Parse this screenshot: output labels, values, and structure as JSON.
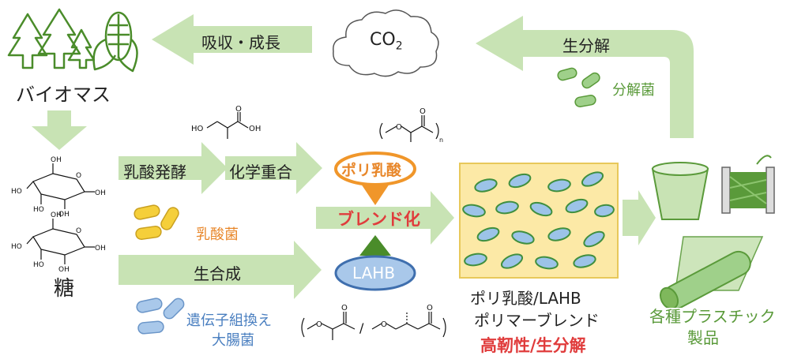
{
  "colors": {
    "arrow_fill": "#c8e3b4",
    "arrow_dark": "#8cc46e",
    "green_text": "#5a9a3a",
    "orange": "#f0962a",
    "yellow_bact": "#f5cf3a",
    "blue_bact": "#9cc3e8",
    "box_fill": "#fce9a6",
    "red": "#e03c3c"
  },
  "labels": {
    "biomass": "バイオマス",
    "sugar": "糖",
    "absorb_growth": "吸収・成長",
    "co2_main": "CO",
    "co2_sub": "2",
    "biodegradation_top": "生分解",
    "degrading_bacteria": "分解菌",
    "lactic_fermentation": "乳酸発酵",
    "chemical_polymerization": "化学重合",
    "lactic_bacteria": "乳酸菌",
    "pla": "ポリ乳酸",
    "blend": "ブレンド化",
    "lahb": "LAHB",
    "biosynthesis": "生合成",
    "recomb_line1": "遺伝子組換え",
    "recomb_line2": "大腸菌",
    "blend_line1": "ポリ乳酸/LAHB",
    "blend_line2": "ポリマーブレンド",
    "property": "高靭性/生分解",
    "products_line1": "各種プラスチック",
    "products_line2": "製品"
  },
  "chem": {
    "lactic_OH_left": "HO",
    "lactic_OH_right": "OH",
    "lactic_O": "O",
    "pla_O_chain": "O",
    "pla_O_carbonyl": "O",
    "pla_n": "n",
    "glucose_OH": "OH",
    "glucose_HO": "HO",
    "glucose_O": "O",
    "lahb_O": "O",
    "lahb_slash": "/"
  },
  "icons": [
    "tree-icon",
    "corn-icon",
    "cloud-icon",
    "cup-icon",
    "spool-icon",
    "film-roll-icon"
  ]
}
